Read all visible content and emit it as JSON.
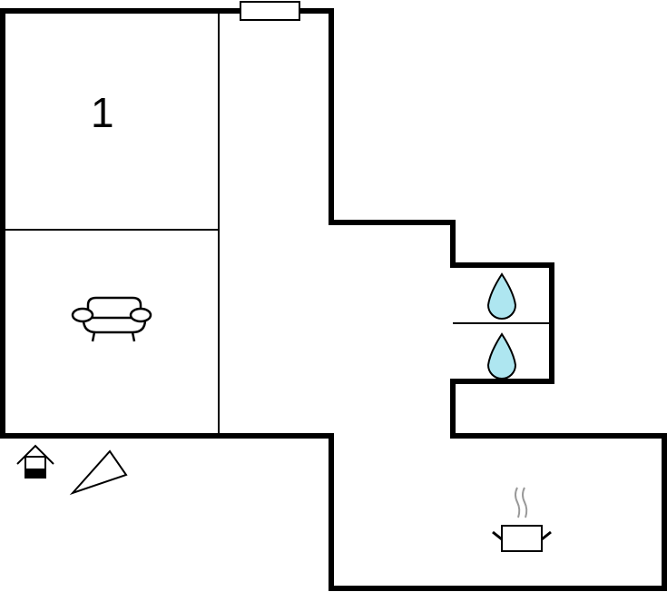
{
  "floorplan": {
    "rooms": [
      {
        "id": "bedroom",
        "label": "1",
        "icon": "bedroom-number"
      },
      {
        "id": "living-room",
        "label": "",
        "icon": "sofa-icon"
      },
      {
        "id": "hallway",
        "label": "",
        "icon": ""
      },
      {
        "id": "bathroom-1",
        "label": "",
        "icon": "water-drop-icon"
      },
      {
        "id": "bathroom-2",
        "label": "",
        "icon": "water-drop-icon"
      },
      {
        "id": "kitchen",
        "label": "",
        "icon": "cooking-pot-icon"
      }
    ],
    "legend_icons": [
      "entrance-house-icon",
      "compass-direction-icon"
    ],
    "colors": {
      "wall": "#000000",
      "water": "#aee6f0",
      "steam": "#999999"
    }
  }
}
